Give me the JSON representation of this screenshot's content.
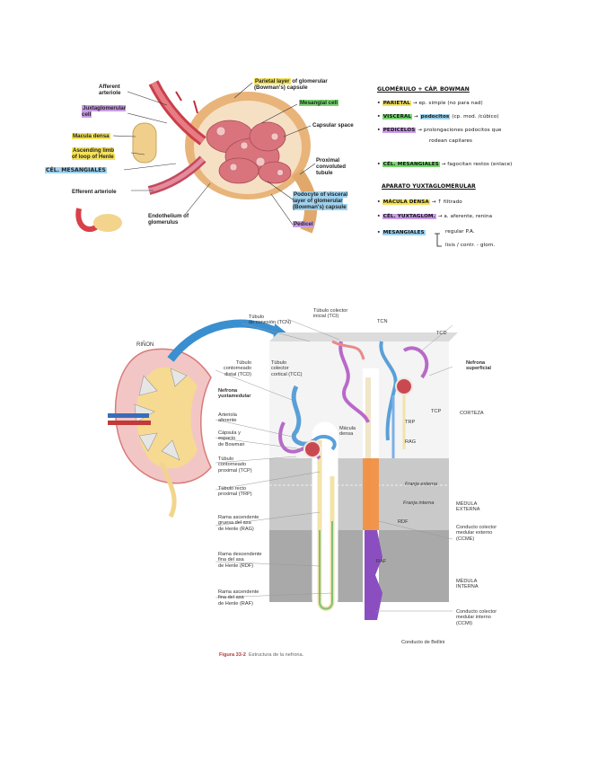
{
  "top_figure": {
    "labels": {
      "afferent": "Afferent\narteriole",
      "juxta": "Juxtaglomerular\ncell",
      "macula": "Macula densa",
      "ascending": "Ascending limb\nof loop of Henle",
      "cel_mes": "CÉL. MESANGIALES",
      "efferent": "Efferent arteriole",
      "parietal_hl": "Parietal layer",
      "parietal_rest": " of glomerular\n(Bowman's) capsule",
      "mesangial": "Mesangial cell",
      "capsular": "Capsular space",
      "proximal": "Proximal\nconvoluted\ntubule",
      "podocyte": "Podocyte of visceral\nlayer of glomerular\n(Bowman's) capsule",
      "pedicel": "Pedicel",
      "endothelium": "Endothelium of\nglomerulus"
    }
  },
  "notes": {
    "title1": "GLOMÉRULO + CÁP. BOWMAN",
    "l1_hl": "PARIETAL",
    "l1_rest": " → ep. simple (no para nad)",
    "l2_hl": "VISCERAL",
    "l2_mid": " → ",
    "l2_hl2": "podocitos",
    "l2_rest": " (cp. mod. /cúbico)",
    "l3_hl": "PEDICELOS",
    "l3_rest": " → prolongaciones podocitos que",
    "l3b": "rodean capilares",
    "l4_hl": "CÉL. MESANGIALES",
    "l4_rest": " → fagocitan restos (enlace)",
    "title2": "APARATO YUXTAGLOMERULAR",
    "l5_hl": "MÁCULA DENSA",
    "l5_rest": " → ↑ filtrado",
    "l6_hl": "CÉL. YUXTAGLOM.",
    "l6_rest": " → a. aferente, renina",
    "l7_hl": "MESANGIALES",
    "l7_a": "regular P.A.",
    "l7_b": "lisis / contr. - glom."
  },
  "bottom_figure": {
    "rinon": "RIÑON",
    "left_labels": {
      "tcd": "Túbulo\ncontorneado\ndistal (TCD)",
      "nefrona_yuxta": "Nefrona\nyuxtamedular",
      "arteriola": "Arteriola\naferente",
      "capsula": "Cápsula y\nespacio\nde Bowman",
      "tcp": "Túbulo\ncontorneado\nproximal (TCP)",
      "trp": "Túbulo recto\nproximal (TRP)",
      "rag": "Rama ascendente\ngruesa del asa\nde Henle (RAG)",
      "rdf": "Rama descendente\nfina del asa\nde Henle (RDF)",
      "raf": "Rama ascendente\nfina del asa\nde Henle (RAF)"
    },
    "top_labels": {
      "tcn_long": "Túbulo\nde conexión (TCN)",
      "tci": "Túbulo colector\ninicial (TCI)",
      "tcc": "Túbulo\ncolector\ncortical (TCC)",
      "tcn": "TCN",
      "tcd": "TCD"
    },
    "inner_labels": {
      "macula": "Mácula\ndensa",
      "trp": "TRP",
      "rag": "RAG",
      "tcp": "TCP",
      "rdf": "RDF",
      "raf": "RAF",
      "franja_ext": "Franja externa",
      "franja_int": "Franja interna"
    },
    "right_labels": {
      "nefrona_sup": "Nefrona\nsuperficial",
      "corteza": "CORTEZA",
      "medula_ext": "MÉDULA\nEXTERNA",
      "ccme": "Conducto colector\nmedular externo\n(CCME)",
      "medula_int": "MÉDULA\nINTERNA",
      "ccmi": "Conducto colector\nmedular interno\n(CCMI)",
      "bellini": "Conducto de Bellini"
    },
    "caption_fig": "Figura 33-2",
    "caption_text": "Estructura de la nefrona."
  }
}
